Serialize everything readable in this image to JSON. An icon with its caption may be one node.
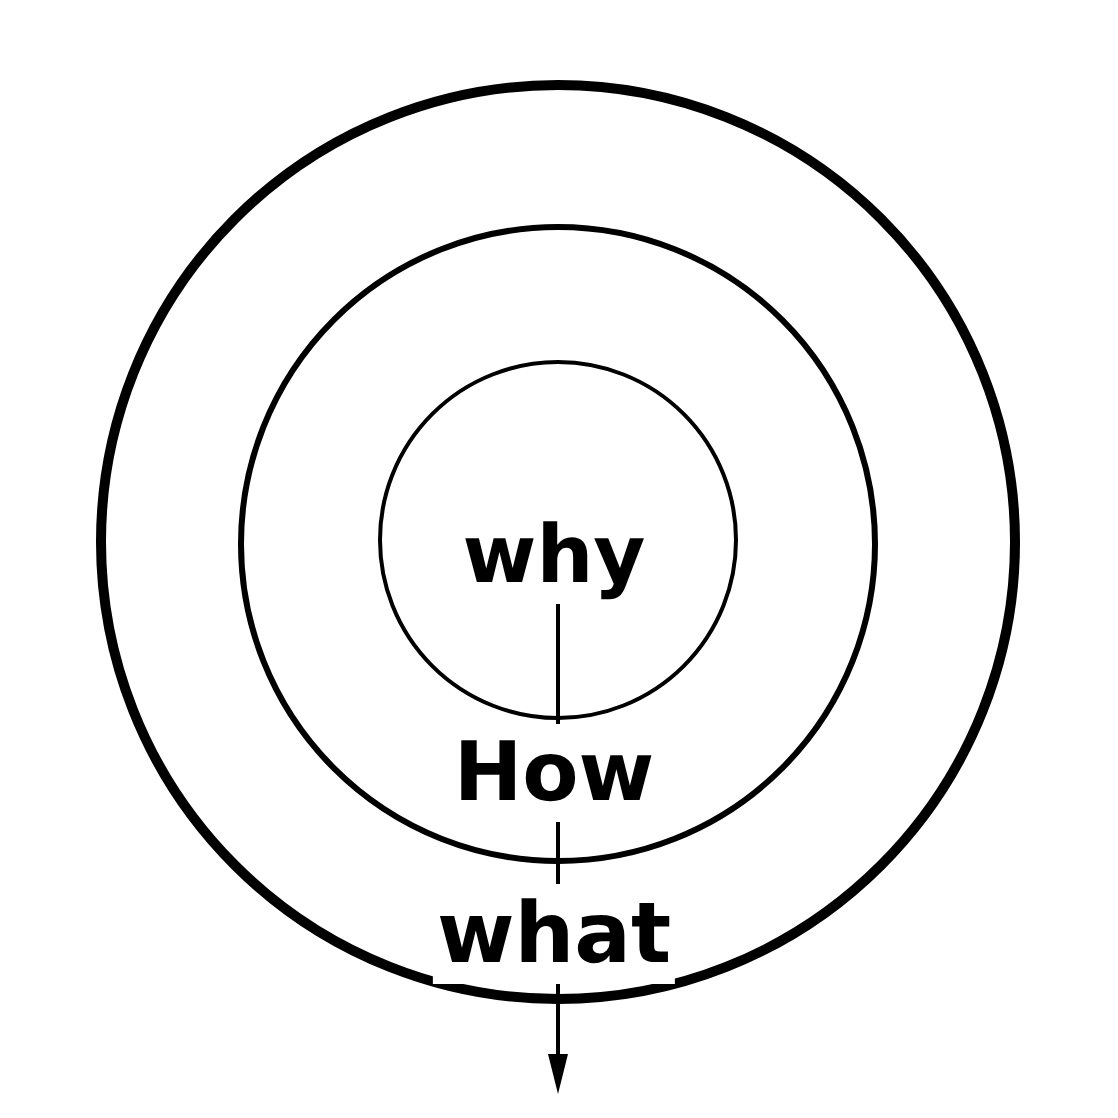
{
  "diagram": {
    "nodes": [
      {
        "text": [
          "what"
        ]
      },
      {
        "text": [
          "How"
        ],
        "in": 0
      },
      {
        "text": [
          "why"
        ],
        "in": 1
      }
    ]
  }
}
